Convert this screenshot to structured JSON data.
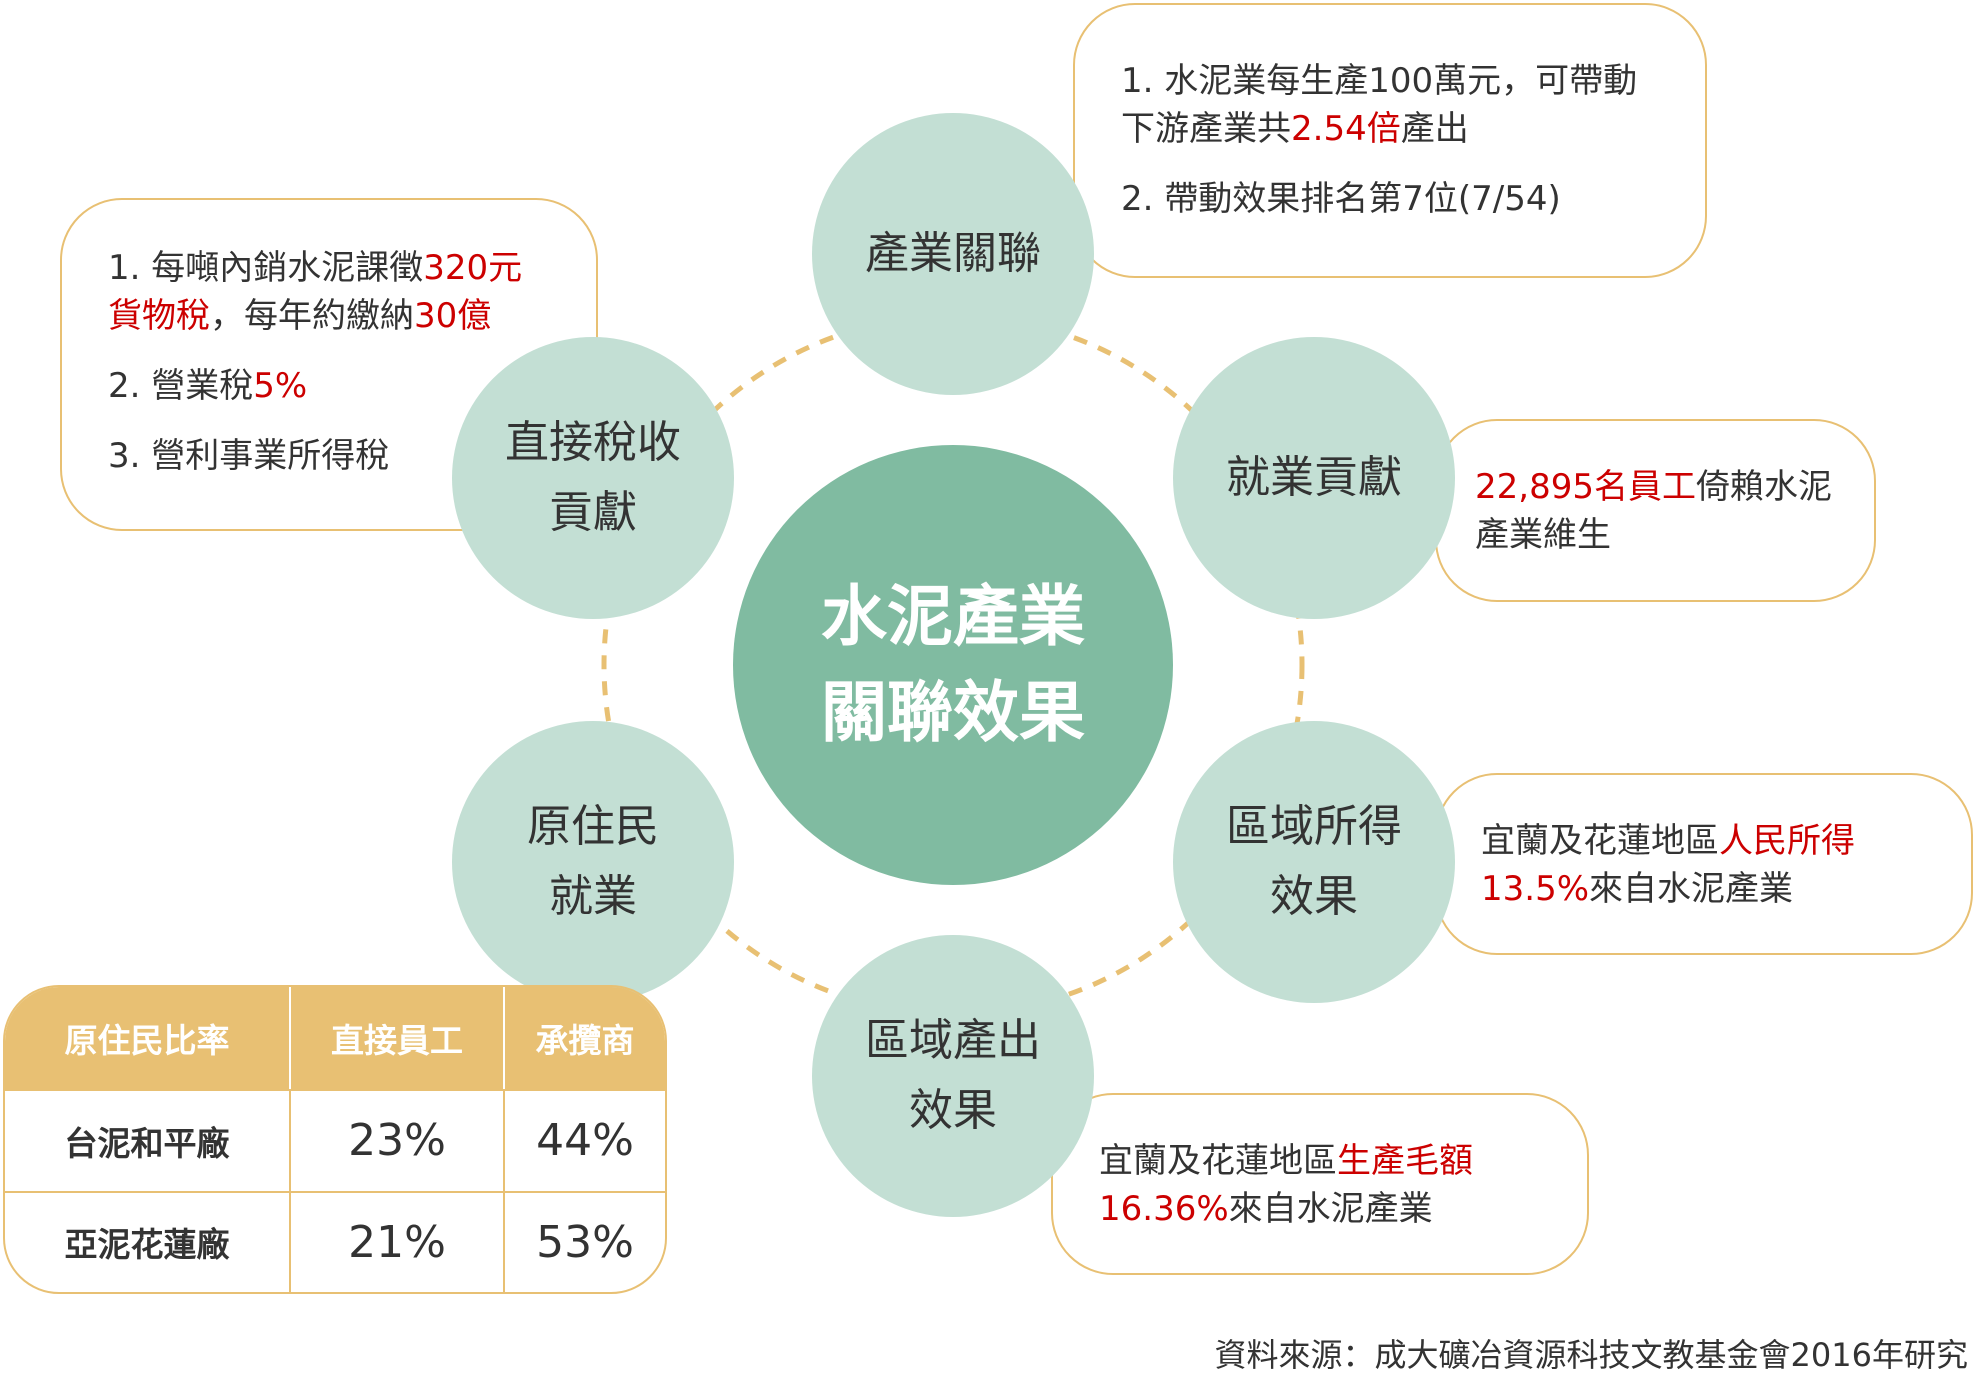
{
  "center": {
    "line1": "水泥產業",
    "line2": "關聯效果"
  },
  "nodes": {
    "industry_link": {
      "line1": "產業關聯"
    },
    "employment": {
      "line1": "就業貢獻"
    },
    "regional_income": {
      "line1": "區域所得",
      "line2": "效果"
    },
    "regional_output": {
      "line1": "區域產出",
      "line2": "效果"
    },
    "indigenous": {
      "line1": "原住民",
      "line2": "就業"
    },
    "tax": {
      "line1": "直接稅收",
      "line2": "貢獻"
    }
  },
  "boxes": {
    "industry_link": {
      "item1_a": "1. 水泥業每生產100萬元，可帶動下游產業共",
      "item1_red": "2.54倍",
      "item1_b": "產出",
      "item2": "2. 帶動效果排名第7位(7/54)"
    },
    "tax": {
      "item1_a": "1. 每噸內銷水泥課徵",
      "item1_red1": "320元貨物稅",
      "item1_b": "，每年約繳納",
      "item1_red2": "30億",
      "item2_a": "2. 營業稅",
      "item2_red": "5%",
      "item3": "3. 營利事業所得稅"
    },
    "employment": {
      "red": "22,895名員工",
      "text": "倚賴水泥產業維生"
    },
    "regional_income": {
      "text_a": "宜蘭及花蓮地區",
      "red1": "人民所得",
      "red2": "13.5%",
      "text_b": "來自水泥產業"
    },
    "regional_output": {
      "text_a": "宜蘭及花蓮地區",
      "red1": "生產毛額",
      "red2": "16.36%",
      "text_b": "來自水泥產業"
    }
  },
  "table": {
    "headers": [
      "原住民比率",
      "直接員工",
      "承攬商"
    ],
    "rows": [
      [
        "台泥和平廠",
        "23%",
        "44%"
      ],
      [
        "亞泥花蓮廠",
        "21%",
        "53%"
      ]
    ]
  },
  "source": "資料來源：成大礦冶資源科技文教基金會2016年研究",
  "colors": {
    "accent": "#e8c073",
    "node": "#c3dfd4",
    "center": "#80bba1",
    "highlight": "#cc0000"
  }
}
